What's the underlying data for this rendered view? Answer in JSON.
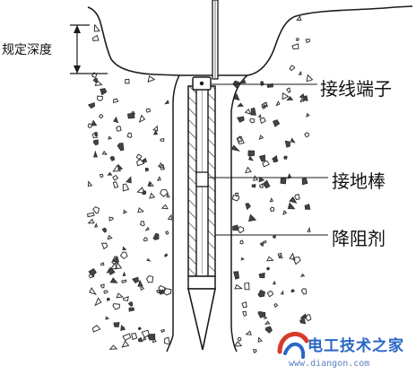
{
  "depth_label": "规定深度",
  "labels": {
    "terminal": "接线端子",
    "rod": "接地棒",
    "agent": "降阻剂"
  },
  "watermark": {
    "text": "电工技术之家",
    "url": "www.diangon.com"
  },
  "colors": {
    "line": "#1a1a1a",
    "watermark_blue": "#2a67c6",
    "watermark_red": "#d83a2a"
  }
}
